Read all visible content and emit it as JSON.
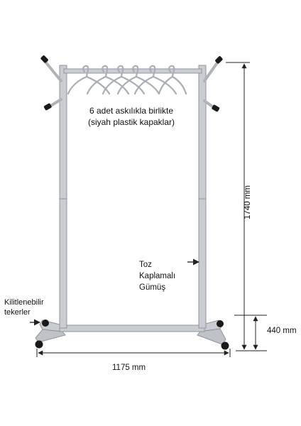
{
  "caption": {
    "line1": "6 adet askılıkla birlikte",
    "line2": "(siyah plastik kapaklar)"
  },
  "finish_label": {
    "line1": "Toz",
    "line2": "Kaplamalı",
    "line3": "Gümüş"
  },
  "casters_label": {
    "line1": "Kilitlenebilir",
    "line2": "tekerler"
  },
  "dimensions": {
    "height": "1740 mm",
    "base_height": "440 mm",
    "width": "1175 mm"
  },
  "colors": {
    "frame": "#c9cdd2",
    "frame_edge": "#8f959c",
    "caps": "#1a1a1a",
    "dimension_lines": "#222222"
  }
}
